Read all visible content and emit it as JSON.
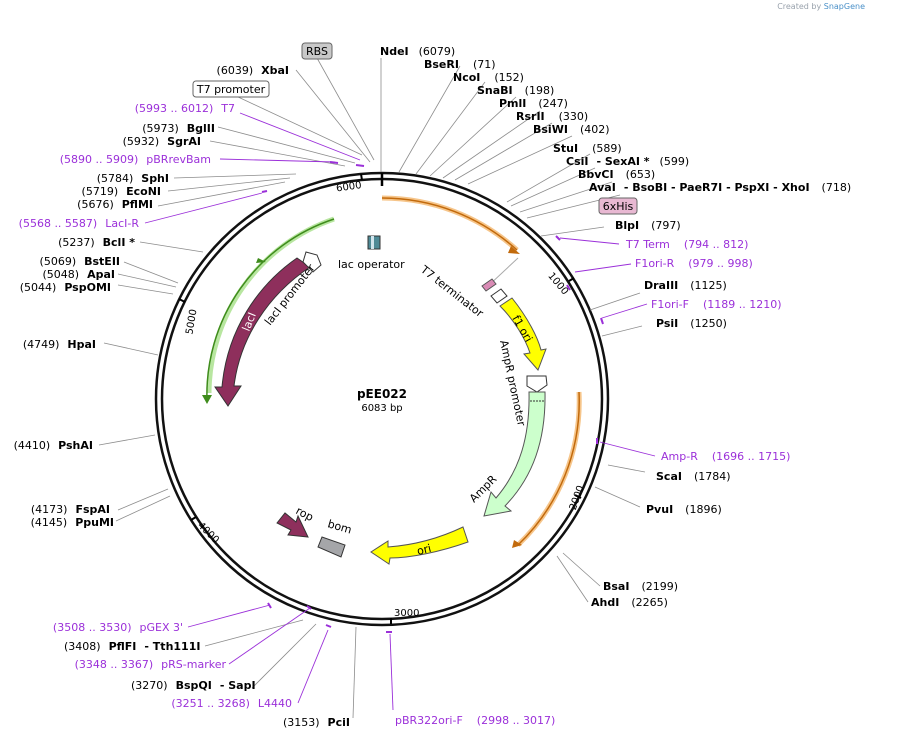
{
  "credit": {
    "prefix": "Created by",
    "brand": "SnapGene"
  },
  "plasmid": {
    "name": "pEE022",
    "length_label": "6083 bp",
    "length": 6083
  },
  "ticks": [
    "1000",
    "2000",
    "3000",
    "4000",
    "5000",
    "6000"
  ],
  "boxed": {
    "rbs": "RBS",
    "t7promoter": "T7 promoter",
    "his": "6xHis"
  },
  "features": {
    "laci": "lacI",
    "laci_promoter": "lacI promoter",
    "lac_operator": "lac operator",
    "t7_terminator": "T7 terminator",
    "f1_ori": "f1 ori",
    "ampr_promoter": "AmpR promoter",
    "ampr": "AmpR",
    "ori": "ori",
    "rop": "rop",
    "bom": "bom"
  },
  "sites": [
    {
      "key": "ndei",
      "pos": "(6079)",
      "name": "NdeI"
    },
    {
      "key": "bseri",
      "pos": "(71)",
      "name": "BseRI"
    },
    {
      "key": "ncoi",
      "pos": "(152)",
      "name": "NcoI"
    },
    {
      "key": "snabi",
      "pos": "(198)",
      "name": "SnaBI"
    },
    {
      "key": "pmli",
      "pos": "(247)",
      "name": "PmlI"
    },
    {
      "key": "rsrii",
      "pos": "(330)",
      "name": "RsrII"
    },
    {
      "key": "bsiwi",
      "pos": "(402)",
      "name": "BsiWI"
    },
    {
      "key": "stui",
      "pos": "(589)",
      "name": "StuI"
    },
    {
      "key": "csii",
      "pos": "(599)",
      "name": "CsiI",
      "extra": "- SexAI *"
    },
    {
      "key": "bbvci",
      "pos": "(653)",
      "name": "BbvCI"
    },
    {
      "key": "avai",
      "pos": "(718)",
      "name": "AvaI",
      "extra": "- BsoBI   - PaeR7I   - PspXI   - XhoI"
    },
    {
      "key": "blpi",
      "pos": "(797)",
      "name": "BlpI"
    },
    {
      "key": "draiii",
      "pos": "(1125)",
      "name": "DraIII"
    },
    {
      "key": "psii",
      "pos": "(1250)",
      "name": "PsiI"
    },
    {
      "key": "scai",
      "pos": "(1784)",
      "name": "ScaI"
    },
    {
      "key": "pvui",
      "pos": "(1896)",
      "name": "PvuI"
    },
    {
      "key": "bsai",
      "pos": "(2199)",
      "name": "BsaI"
    },
    {
      "key": "ahdi",
      "pos": "(2265)",
      "name": "AhdI"
    },
    {
      "key": "pcii",
      "pos": "(3153)",
      "name": "PciI"
    },
    {
      "key": "bspqi",
      "pos": "(3270)",
      "name": "BspQI",
      "extra": "- SapI"
    },
    {
      "key": "pflfi",
      "pos": "(3408)",
      "name": "PflFI",
      "extra": "- Tth111I"
    },
    {
      "key": "ppumi",
      "pos": "(4145)",
      "name": "PpuMI"
    },
    {
      "key": "fspai",
      "pos": "(4173)",
      "name": "FspAI"
    },
    {
      "key": "pshai",
      "pos": "(4410)",
      "name": "PshAI"
    },
    {
      "key": "hpai",
      "pos": "(4749)",
      "name": "HpaI"
    },
    {
      "key": "pspomi",
      "pos": "(5044)",
      "name": "PspOMI"
    },
    {
      "key": "apai",
      "pos": "(5048)",
      "name": "ApaI"
    },
    {
      "key": "bsteii",
      "pos": "(5069)",
      "name": "BstEII"
    },
    {
      "key": "bcli",
      "pos": "(5237)",
      "name": "BclI *"
    },
    {
      "key": "pflmi",
      "pos": "(5676)",
      "name": "PflMI"
    },
    {
      "key": "econi",
      "pos": "(5719)",
      "name": "EcoNI"
    },
    {
      "key": "sphi",
      "pos": "(5784)",
      "name": "SphI"
    },
    {
      "key": "sgrai",
      "pos": "(5932)",
      "name": "SgrAI"
    },
    {
      "key": "bglii",
      "pos": "(5973)",
      "name": "BglII"
    },
    {
      "key": "xbai",
      "pos": "(6039)",
      "name": "XbaI"
    }
  ],
  "primers": [
    {
      "key": "t7",
      "range": "(5993 .. 6012)",
      "name": "T7"
    },
    {
      "key": "pbrrevbam",
      "range": "(5890 .. 5909)",
      "name": "pBRrevBam"
    },
    {
      "key": "lacir",
      "range": "(5568 .. 5587)",
      "name": "LacI-R"
    },
    {
      "key": "t7term",
      "range": "(794 .. 812)",
      "name": "T7 Term"
    },
    {
      "key": "f1orir",
      "range": "(979 .. 998)",
      "name": "F1ori-R"
    },
    {
      "key": "f1orif",
      "range": "(1189 .. 1210)",
      "name": "F1ori-F"
    },
    {
      "key": "ampr",
      "range": "(1696 .. 1715)",
      "name": "Amp-R"
    },
    {
      "key": "pgex3",
      "range": "(3508 .. 3530)",
      "name": "pGEX 3'"
    },
    {
      "key": "prsmarker",
      "range": "(3348 .. 3367)",
      "name": "pRS-marker"
    },
    {
      "key": "l4440",
      "range": "(3251 .. 3268)",
      "name": "L4440"
    },
    {
      "key": "pbr322orif",
      "range": "(2998 .. 3017)",
      "name": "pBR322ori-F"
    }
  ],
  "colors": {
    "laci": "#8e2f5c",
    "green": "#3f8c1c",
    "orange": "#c26a0c",
    "yellow": "#ffff00",
    "ampr": "#ccffcc",
    "bom": "#a5a6a9",
    "primer": "#9b30d9"
  }
}
